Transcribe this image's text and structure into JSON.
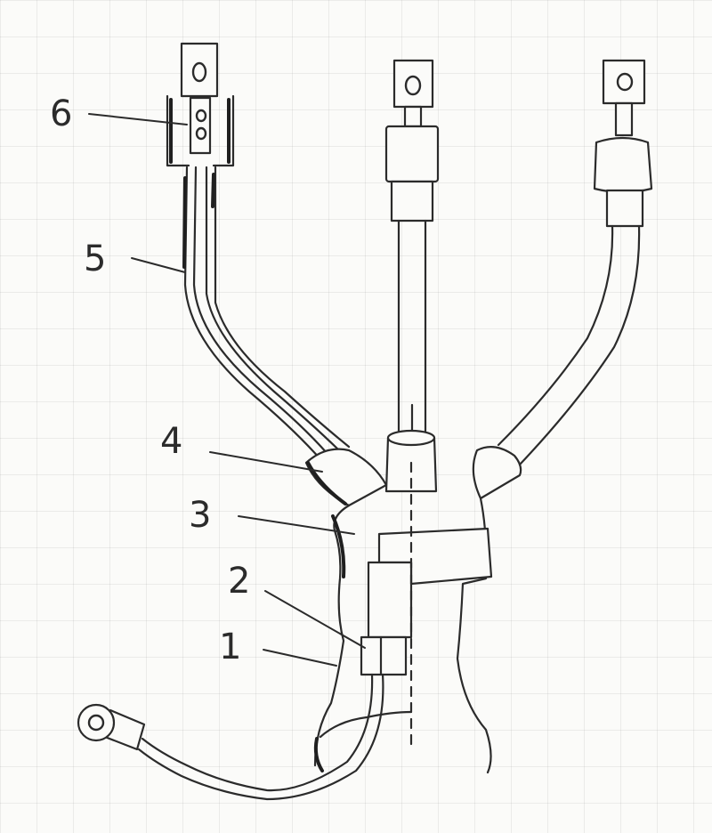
{
  "diagram": {
    "labels": [
      {
        "id": "label-6",
        "text": "6"
      },
      {
        "id": "label-5",
        "text": "5"
      },
      {
        "id": "label-4",
        "text": "4"
      },
      {
        "id": "label-3",
        "text": "3"
      },
      {
        "id": "label-2",
        "text": "2"
      },
      {
        "id": "label-1",
        "text": "1"
      }
    ],
    "colors": {
      "ink": "#2b2b2b",
      "paper": "#fbfbf9",
      "grid": "#969696"
    }
  }
}
